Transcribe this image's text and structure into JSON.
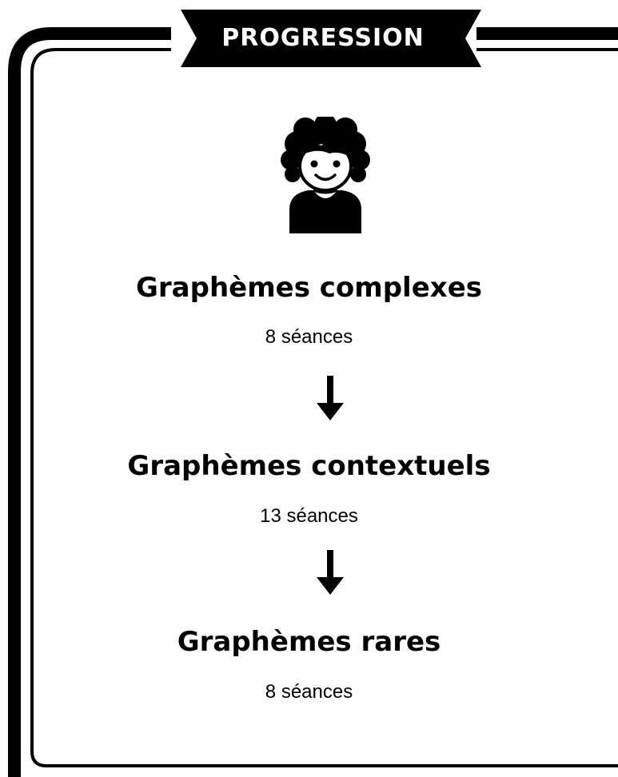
{
  "banner": {
    "title": "PROGRESSION"
  },
  "avatar": {
    "icon": "child-avatar-icon"
  },
  "steps": [
    {
      "title": "Graphèmes complexes",
      "count": "8 séances"
    },
    {
      "title": "Graphèmes contextuels",
      "count": "13 séances"
    },
    {
      "title": "Graphèmes rares",
      "count": "8 séances"
    }
  ],
  "arrows": {
    "icon": "arrow-down-icon"
  },
  "colors": {
    "ink": "#000000",
    "paper": "#ffffff"
  }
}
